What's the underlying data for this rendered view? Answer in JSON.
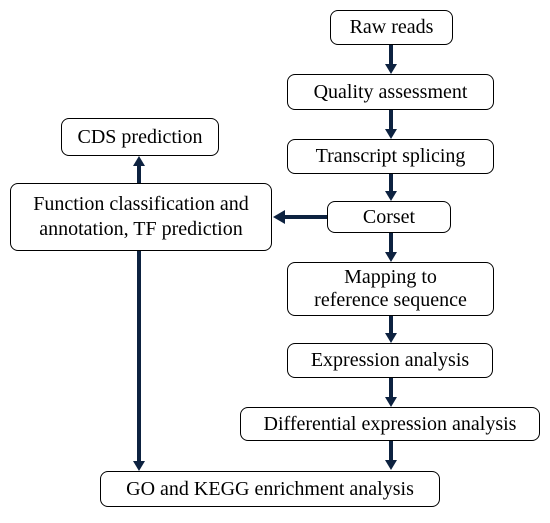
{
  "nodes": {
    "raw_reads": "Raw reads",
    "quality_assessment": "Quality assessment",
    "transcript_splicing": "Transcript splicing",
    "corset": "Corset",
    "mapping": "Mapping to\nreference sequence",
    "expression_analysis": "Expression analysis",
    "differential_expression": "Differential expression analysis",
    "go_kegg": "GO and KEGG enrichment analysis",
    "function_classification": "Function classification and\nannotation, TF prediction",
    "cds_prediction": "CDS prediction"
  },
  "colors": {
    "arrow": "#0d2240",
    "border": "#000000",
    "background": "#ffffff"
  }
}
